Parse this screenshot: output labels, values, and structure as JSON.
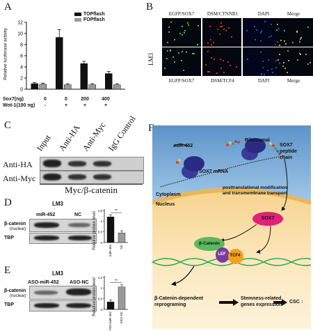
{
  "panels": {
    "A": {
      "label": "A",
      "ylabel": "Relative luciferase activity",
      "legend": [
        "TOPflash",
        "FOPflash"
      ],
      "row1_label": "Sox7(ng)",
      "row2_label": "Wnt-1(100 ng)",
      "row1": [
        "0",
        "0",
        "200",
        "400"
      ],
      "row2": [
        "-",
        "+",
        "+",
        "+"
      ]
    },
    "B": {
      "label": "B",
      "cell_line": "LM3",
      "row1_headers": [
        "EGFP/SOX7",
        "DSM/CTNNB1",
        "DAPI",
        "Merge"
      ],
      "row2_headers": [
        "EGFP/SOX7",
        "DSM/TCF4",
        "DAPI",
        "Merge"
      ]
    },
    "C": {
      "label": "C",
      "lanes": [
        "Input",
        "Anti-HA",
        "Anti-Myc",
        "IgG Control"
      ],
      "rows": [
        "Anti-HA",
        "Anti-Myc"
      ],
      "caption": "Myc/β-catenin"
    },
    "D": {
      "label": "D",
      "title": "LM3",
      "lanes": [
        "miR-452",
        "NC"
      ],
      "row1": "β-catenin",
      "row1_sub": "(nuclear)",
      "row2": "TBP",
      "ylabel": "Relative protein level",
      "sig": "**",
      "bar_labels": [
        "miR-452",
        "NC"
      ]
    },
    "E": {
      "label": "E",
      "title": "LM3",
      "lanes": [
        "ASO-miR-452",
        "ASO-NC"
      ],
      "row1": "β-catenin",
      "row1_sub": "(nuclear)",
      "row2": "TBP",
      "ylabel": "Relative protein level",
      "sig": "**",
      "bar_labels": [
        "ASO-miR-452",
        "ASO-NC"
      ]
    },
    "F": {
      "label": "F",
      "mirna": "miR-452",
      "ribosomal": "Ribosomal",
      "mrna": "SOX7 mRNA",
      "peptide": "SOX7 peptide chain",
      "modification": "posttranslational modification and transmembrane transport",
      "cytoplasm": "Cytoplasm",
      "nucleus": "Nucleus",
      "sox7": "SOX7",
      "bcatenin": "β-Catenin",
      "lef": "LEF",
      "tcf4": "TCF4",
      "step1": "β-Catenin-dependent reprograming",
      "step2": "Stemness-related genes expression",
      "step3": "CSC ↑"
    }
  },
  "chart_data": [
    {
      "type": "bar",
      "panel": "A",
      "ylabel": "Relative luciferase activity",
      "ylim": [
        0,
        12
      ],
      "yticks": [
        0,
        2,
        4,
        6,
        8,
        10,
        12
      ],
      "categories": [
        "0/-",
        "0/+",
        "200/+",
        "400/+"
      ],
      "series": [
        {
          "name": "TOPflash",
          "values": [
            1.0,
            9.3,
            4.6,
            2.8
          ],
          "errors": [
            0.2,
            1.4,
            0.4,
            0.4
          ],
          "color": "#111111"
        },
        {
          "name": "FOPflash",
          "values": [
            0.9,
            0.8,
            0.8,
            0.8
          ],
          "errors": [
            0.2,
            0.2,
            0.2,
            0.2
          ],
          "color": "#9a9a9a"
        }
      ]
    },
    {
      "type": "bar",
      "panel": "D",
      "ylabel": "Relative protein level",
      "ylim": [
        0,
        1.5
      ],
      "yticks": [
        0,
        0.5,
        1.0,
        1.5
      ],
      "categories": [
        "miR-452",
        "NC"
      ],
      "values": [
        1.2,
        0.45
      ],
      "errors": [
        0.1,
        0.1
      ],
      "colors": [
        "#111111",
        "#9a9a9a"
      ]
    },
    {
      "type": "bar",
      "panel": "E",
      "ylabel": "Relative protein level",
      "ylim": [
        0,
        1.5
      ],
      "yticks": [
        0,
        0.5,
        1.0,
        1.5
      ],
      "categories": [
        "ASO-miR-452",
        "ASO-NC"
      ],
      "values": [
        0.35,
        1.05
      ],
      "errors": [
        0.1,
        0.1
      ],
      "colors": [
        "#111111",
        "#9a9a9a"
      ]
    }
  ]
}
